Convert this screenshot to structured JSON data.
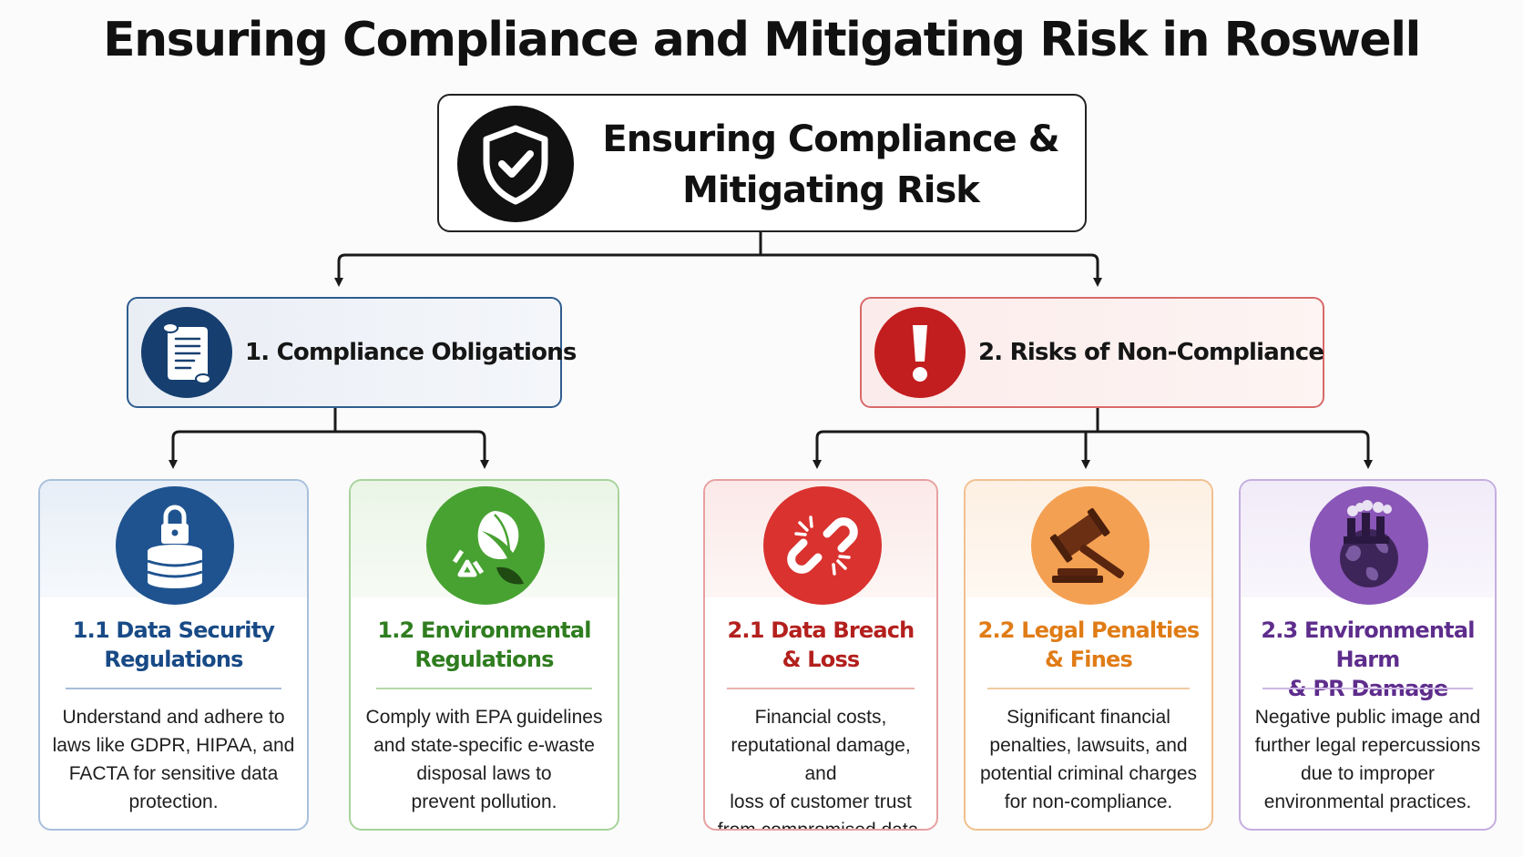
{
  "title": "Ensuring Compliance and Mitigating Risk in Roswell",
  "root": {
    "label": "Ensuring Compliance &\nMitigating Risk",
    "icon": "shield-check-icon"
  },
  "categories": [
    {
      "label": "1. Compliance Obligations",
      "icon": "scroll-document-icon",
      "color": "#163f70",
      "children": [
        {
          "title": "1.1 Data Security\nRegulations",
          "description": "Understand and adhere to\nlaws like GDPR, HIPAA, and\nFACTA for sensitive data\nprotection.",
          "icon": "database-lock-icon",
          "color": "#1f5390"
        },
        {
          "title": "1.2 Environmental\nRegulations",
          "description": "Comply with EPA guidelines\nand state-specific e-waste\ndisposal laws to\nprevent pollution.",
          "icon": "leaf-recycle-icon",
          "color": "#48a232"
        }
      ]
    },
    {
      "label": "2. Risks of Non-Compliance",
      "icon": "exclamation-icon",
      "color": "#c31e1f",
      "children": [
        {
          "title": "2.1 Data Breach\n& Loss",
          "description": "Financial costs,\nreputational damage, and\nloss of customer trust\nfrom compromised data.",
          "icon": "broken-chain-icon",
          "color": "#d9322f"
        },
        {
          "title": "2.2 Legal Penalties\n& Fines",
          "description": "Significant financial\npenalties, lawsuits, and\npotential criminal charges\nfor non-compliance.",
          "icon": "gavel-icon",
          "color": "#f4a052"
        },
        {
          "title": "2.3 Environmental Harm\n& PR Damage",
          "description": "Negative public image and\nfurther legal repercussions\ndue to improper\nenvironmental practices.",
          "icon": "polluted-globe-icon",
          "color": "#8a56b8"
        }
      ]
    }
  ]
}
